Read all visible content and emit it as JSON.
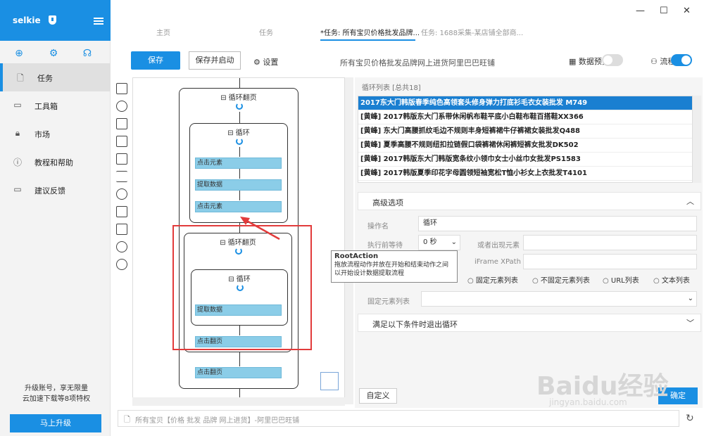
{
  "sidebar": {
    "brand": "selkie",
    "nav": [
      {
        "label": "任务",
        "icon": "file-icon"
      },
      {
        "label": "工具箱",
        "icon": "toolbox-icon"
      },
      {
        "label": "市场",
        "icon": "lock-icon"
      },
      {
        "label": "教程和帮助",
        "icon": "help-icon"
      },
      {
        "label": "建议反馈",
        "icon": "feedback-icon"
      }
    ],
    "promo_line1": "升级账号，享无限量",
    "promo_line2": "云加速下载等8项特权",
    "upgrade_label": "马上升级"
  },
  "tabs": [
    "主页",
    "任务",
    "*任务: 所有宝贝价格批发品牌...",
    "任务: 1688采集-某店铺全部商..."
  ],
  "toolbar": {
    "save": "保存",
    "save_run": "保存并启动",
    "settings": "设置",
    "description": "所有宝贝价格批发品牌网上进货阿里巴巴旺铺",
    "preview": "数据预览",
    "flow": "流程"
  },
  "flow": {
    "outer_loop": "循环翻页",
    "inner_loop": "循环",
    "click_el_1": "点击元素",
    "extract_1": "提取数据",
    "click_el_2": "点击元素",
    "loop_page2": "循环翻页",
    "loop2": "循环",
    "extract_2": "提取数据",
    "click_page_1": "点击翻页",
    "click_page_2": "点击翻页"
  },
  "tooltip": {
    "title": "RootAction",
    "body": "拖放流程动作并放在开始和结束动作之间以开始设计数据提取流程"
  },
  "panel": {
    "list_title": "循环列表 [总共18]",
    "items": [
      "2017东大门韩版春季纯色高领套头修身弹力打底衫毛衣女装批发 M749",
      "[黄峰] 2017韩版东大门系带休闲帆布鞋平底小白鞋布鞋百搭鞋XX366",
      "[黄峰] 东大门高腰抓纹毛边不规则丰身短裤裙牛仔裤裙女装批发Q488",
      "[黄峰] 夏季高腰不规则纽扣拉链假口袋裤裙休闲裤短裤女批发DK502",
      "[黄峰] 2017韩版东大门韩版宽条纹小领巾女士小丝巾女批发PS1583",
      "[黄峰] 2017韩版夏季印花字母圆领短袖宽松T恤小衫女上衣批发T4101"
    ],
    "advanced": "高级选项",
    "op_name_label": "操作名",
    "op_name_value": "循环",
    "wait_label": "执行前等待",
    "wait_value": "0 秒",
    "or_appear_label": "或者出现元素",
    "iframe_label": "iFrame XPath",
    "radios": [
      "固定元素列表",
      "不固定元素列表",
      "URL列表",
      "文本列表"
    ],
    "fixed_list_label": "固定元素列表",
    "exit_condition": "满足以下条件时退出循环",
    "custom": "自定义",
    "confirm": "确定"
  },
  "statusbar": {
    "url": "所有宝贝【价格 批发 品牌 网上进货】-阿里巴巴旺铺"
  },
  "watermark": {
    "text": "Baidu经验",
    "url": "jingyan.baidu.com"
  }
}
